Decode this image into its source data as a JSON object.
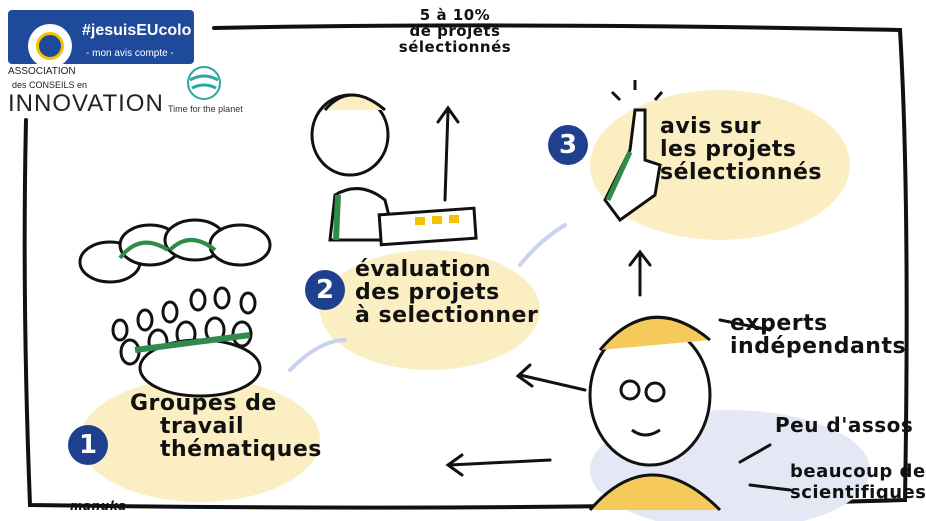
{
  "header": {
    "badge_title": "#jesuisEUcolo",
    "badge_subtitle": "- mon avis compte -",
    "assoc_line1": "ASSOCIATION",
    "assoc_line2": "des CONSEILS en",
    "assoc_line3": "INNOVATION",
    "partner": "Time for the planet"
  },
  "steps": [
    {
      "number": "1",
      "label_line1": "Groupes de",
      "label_line2": "travail",
      "label_line3": "thématiques"
    },
    {
      "number": "2",
      "label_line1": "évaluation",
      "label_line2": "des projets",
      "label_line3": "à selectionner"
    },
    {
      "number": "3",
      "label_line1": "avis sur",
      "label_line2": "les projets",
      "label_line3": "sélectionnés"
    }
  ],
  "top_note": {
    "line1": "5 à 10%",
    "line2": "de projets",
    "line3": "sélectionnés"
  },
  "experts": {
    "line1": "experts",
    "line2": "indépendants"
  },
  "notes": {
    "few_assos": "Peu d'assos",
    "scientists_line1": "beaucoup de",
    "scientists_line2": "scientifiques"
  },
  "signature": "manuka",
  "colors": {
    "accent_blue": "#1f3f8f",
    "highlight_yellow": "#fbeec2",
    "green": "#2e8b4a",
    "frame": "#111111"
  }
}
